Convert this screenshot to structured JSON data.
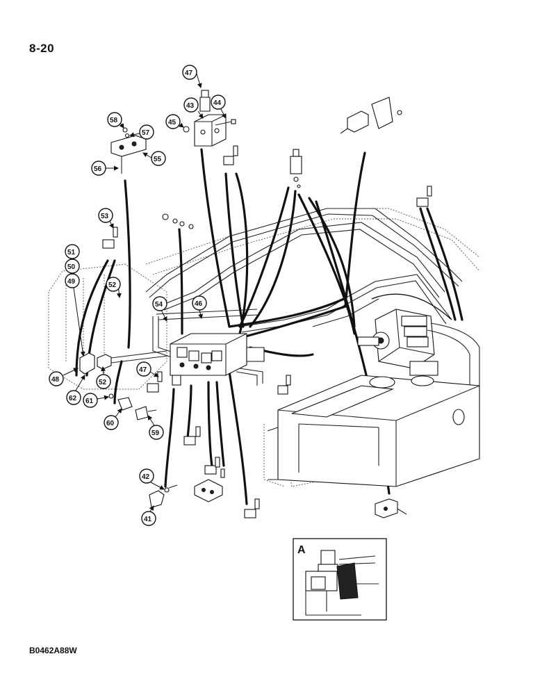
{
  "page": {
    "number": "8-20",
    "figure_code": "B0462A88W"
  },
  "inset": {
    "label": "A"
  },
  "callouts": [
    "47",
    "43",
    "44",
    "45",
    "58",
    "57",
    "55",
    "56",
    "53",
    "51",
    "50",
    "49",
    "52",
    "54",
    "46",
    "48",
    "52",
    "47",
    "62",
    "61",
    "60",
    "59",
    "42",
    "41"
  ]
}
